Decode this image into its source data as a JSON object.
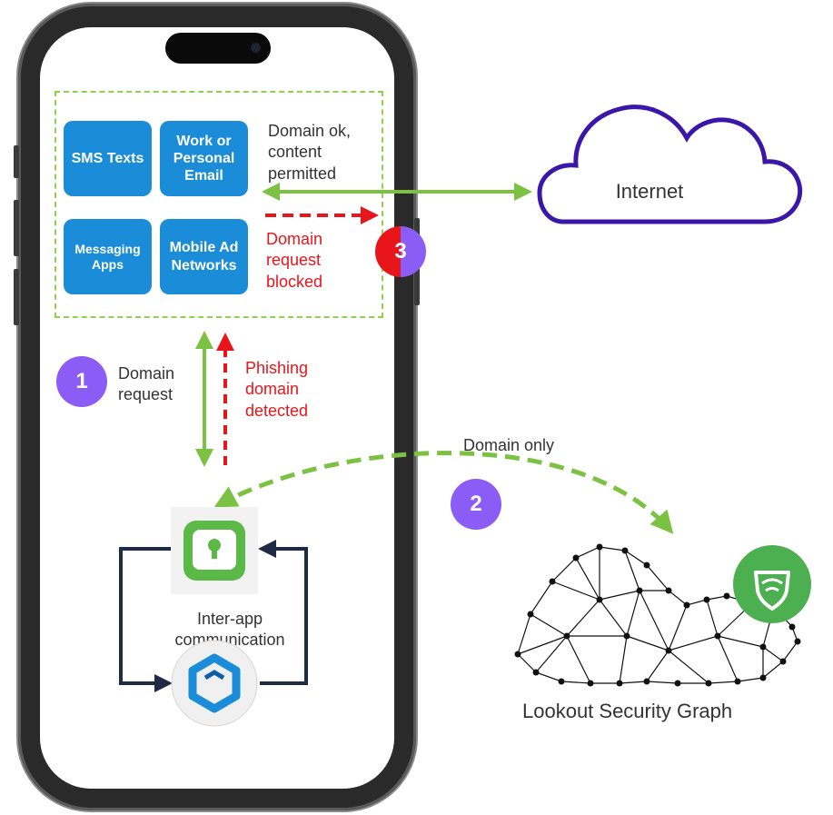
{
  "tiles": {
    "sms": "SMS Texts",
    "email": "Work or Personal Email",
    "messaging": "Messaging Apps",
    "ad": "Mobile Ad Networks"
  },
  "labels": {
    "domain_ok": "Domain ok, content permitted",
    "internet": "Internet",
    "blocked": "Domain request blocked",
    "domain_request": "Domain request",
    "phishing": "Phishing domain detected",
    "domain_only": "Domain only",
    "inter_app": "Inter-app communication",
    "security_graph": "Lookout Security Graph"
  },
  "badges": {
    "step1": "1",
    "step2": "2",
    "step3": "3"
  },
  "colors": {
    "tile_blue": "#1a8cd8",
    "allowed_green": "#7cc242",
    "blocked_red": "#e8151b",
    "badge_purple": "#8b5cf6",
    "cloud_outline": "#3a17a8",
    "lookout_green": "#4caf50",
    "loop_navy": "#1f2a44"
  },
  "icons": {
    "lookout_app": "lock-shield-icon",
    "workspace_app": "hexagon-loop-icon",
    "lookout_badge": "wifi-shield-icon",
    "internet": "cloud-icon",
    "graph": "network-cloud-icon"
  }
}
